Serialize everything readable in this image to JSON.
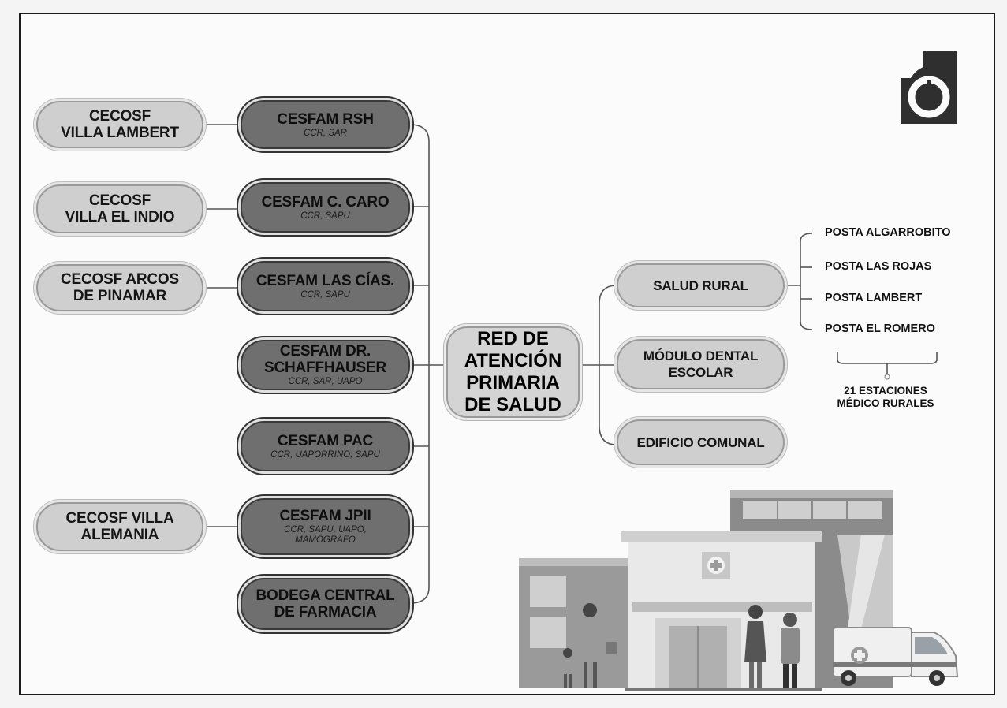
{
  "center_node": {
    "label": "RED DE\nATENCIÓN\nPRIMARIA\nDE SALUD"
  },
  "cesfam": [
    {
      "name": "CESFAM RSH",
      "services": "CCR, SAR"
    },
    {
      "name": "CESFAM C. CARO",
      "services": "CCR, SAPU"
    },
    {
      "name": "CESFAM LAS CÍAS.",
      "services": "CCR, SAPU"
    },
    {
      "name": "CESFAM DR.\nSCHAFFHAUSER",
      "services": "CCR, SAR, UAPO"
    },
    {
      "name": "CESFAM PAC",
      "services": "CCR, UAPORRINO, SAPU"
    },
    {
      "name": "CESFAM JPII",
      "services": "CCR, SAPU, UAPO,\nMAMÓGRAFO"
    },
    {
      "name": "BODEGA CENTRAL\nDE FARMACIA",
      "services": ""
    }
  ],
  "cecosf": [
    {
      "name": "CECOSF\nVILLA LAMBERT"
    },
    {
      "name": "CECOSF\nVILLA EL INDIO"
    },
    {
      "name": "CECOSF ARCOS\nDE PINAMAR"
    },
    {
      "name": "CECOSF VILLA\nALEMANIA"
    }
  ],
  "right_nodes": [
    {
      "name": "SALUD RURAL"
    },
    {
      "name": "MÓDULO DENTAL\nESCOLAR"
    },
    {
      "name": "EDIFICIO COMUNAL"
    }
  ],
  "postas": [
    "POSTA ALGARROBITO",
    "POSTA LAS ROJAS",
    "POSTA LAMBERT",
    "POSTA EL ROMERO"
  ],
  "rural_note": "21 ESTACIONES\nMÉDICO RURALES",
  "icons": {
    "logo": "municipal-logo-icon",
    "illustration": "health-center-illustration"
  }
}
